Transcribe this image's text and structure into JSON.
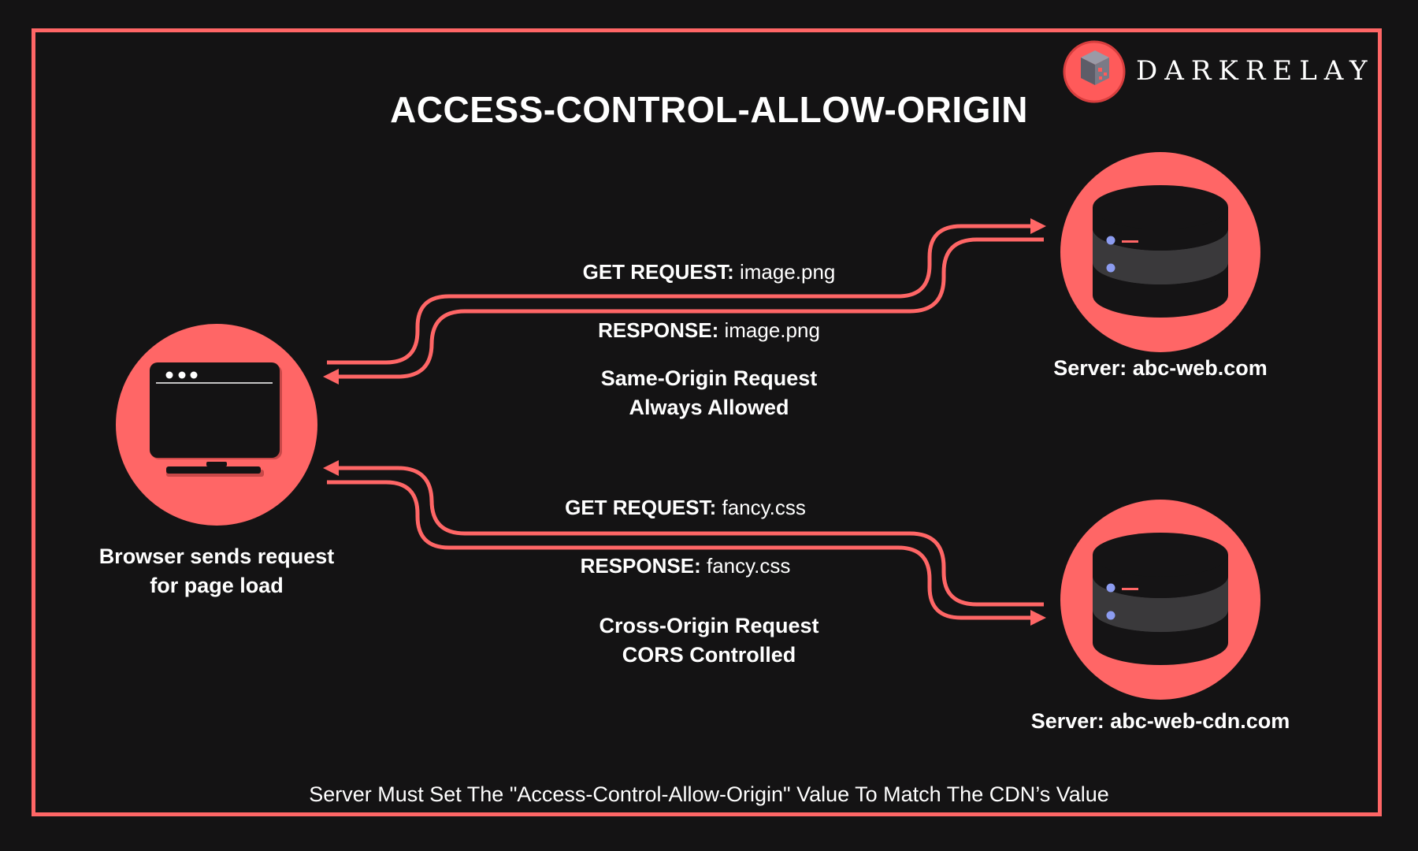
{
  "header": {
    "brand": "DARKRELAY",
    "title": "ACCESS-CONTROL-ALLOW-ORIGIN"
  },
  "browser": {
    "caption_line1": "Browser sends request",
    "caption_line2": "for page load"
  },
  "server_main": {
    "caption": "Server: abc-web.com"
  },
  "server_cdn": {
    "caption": "Server: abc-web-cdn.com"
  },
  "same_origin": {
    "request_label": "GET REQUEST:",
    "request_value": "image.png",
    "response_label": "RESPONSE:",
    "response_value": "image.png",
    "note_line1": "Same-Origin Request",
    "note_line2": "Always Allowed"
  },
  "cross_origin": {
    "request_label": "GET REQUEST:",
    "request_value": "fancy.css",
    "response_label": "RESPONSE:",
    "response_value": "fancy.css",
    "note_line1": "Cross-Origin Request",
    "note_line2": "CORS Controlled"
  },
  "footer": {
    "text": "Server Must Set The \"Access-Control-Allow-Origin\" Value To Match The CDN’s Value"
  },
  "colors": {
    "accent": "#ff6666",
    "background": "#141314",
    "server_dark": "#151415",
    "server_mid": "#3a393b",
    "led": "#8c9cf0"
  },
  "icons": [
    "logo-icon",
    "browser-window-icon",
    "database-server-icon",
    "arrow-right-icon",
    "arrow-left-icon"
  ]
}
